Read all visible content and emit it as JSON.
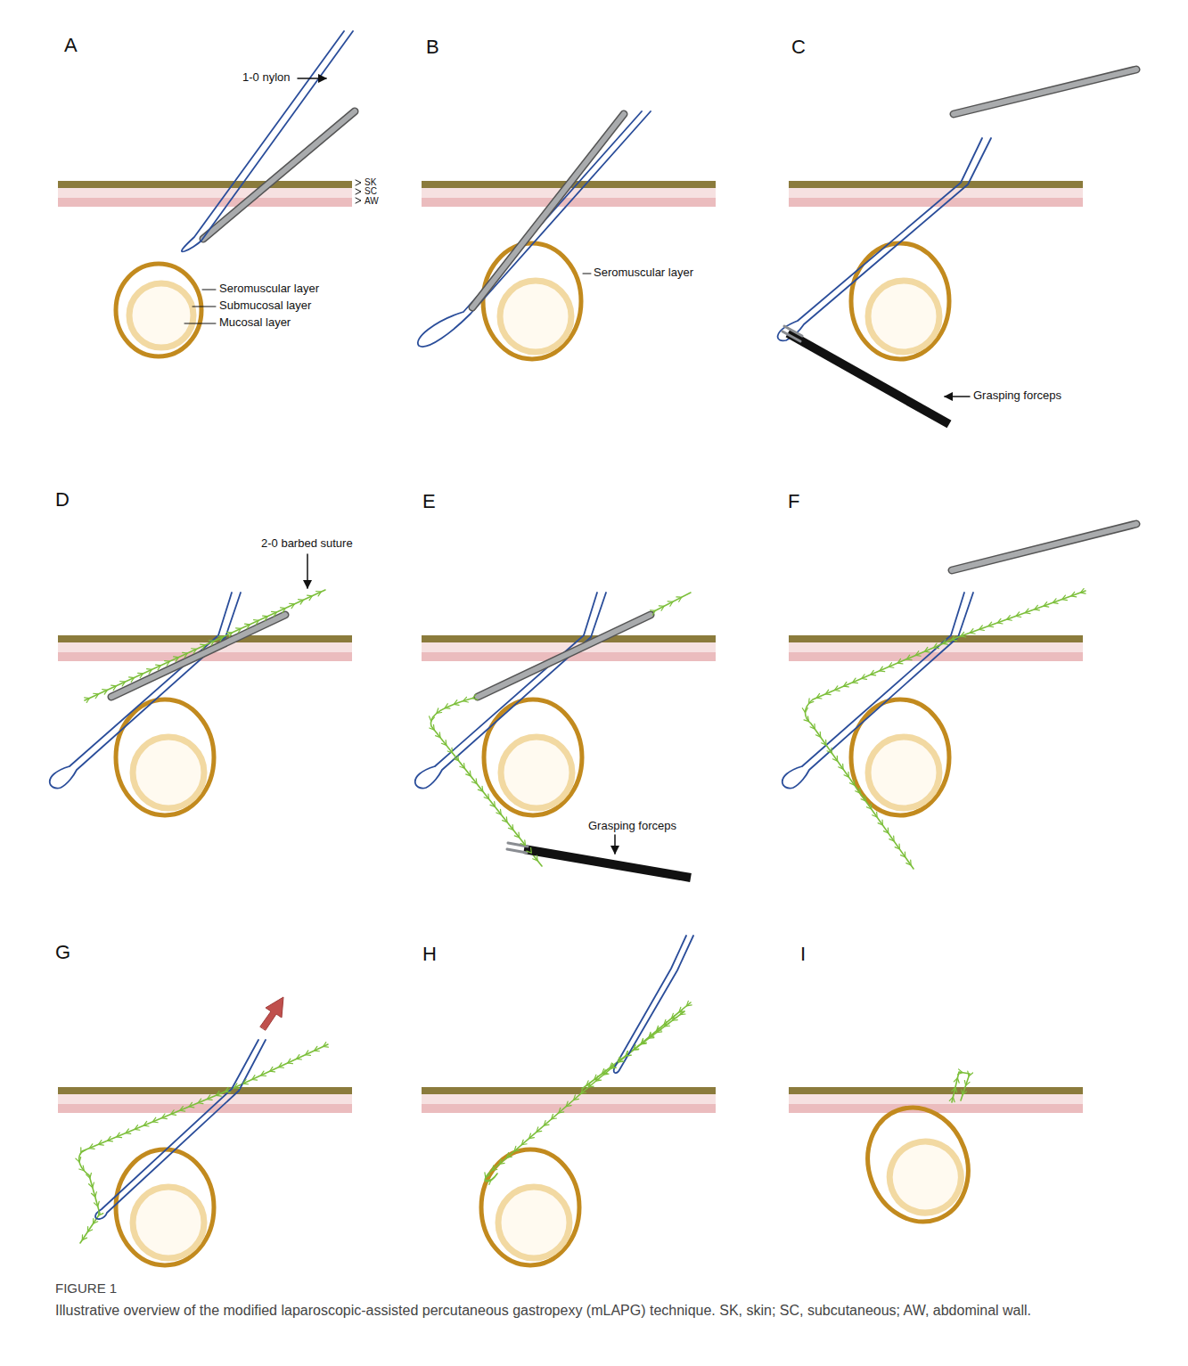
{
  "diagram": {
    "title": "FIGURE 1",
    "caption": "Illustrative overview of the modified laparoscopic-assisted percutaneous gastropexy (mLAPG) technique. SK, skin; SC, subcutaneous; AW, abdominal wall.",
    "labels": [
      "A",
      "1-0 nylon",
      "SK",
      "SC",
      "AW",
      "Seromuscular layer",
      "Submucosal layer",
      "Mucosal layer",
      "B",
      "Seromuscular layer",
      "C",
      "Grasping forceps",
      "D",
      "2-0 barbed suture",
      "E",
      "Grasping forceps",
      "F",
      "G",
      "H",
      "I"
    ]
  }
}
